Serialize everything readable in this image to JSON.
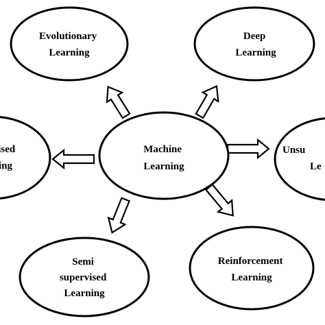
{
  "diagram": {
    "center": {
      "lines": [
        "Machine",
        "Learning"
      ]
    },
    "nodes": [
      {
        "id": "evolutionary",
        "lines": [
          "Evolutionary",
          "Learning"
        ]
      },
      {
        "id": "deep",
        "lines": [
          "Deep",
          "Learning"
        ]
      },
      {
        "id": "supervised",
        "lines": [
          "ised",
          "ing"
        ]
      },
      {
        "id": "unsupervised",
        "lines": [
          "Unsu",
          "Le"
        ]
      },
      {
        "id": "semi-supervised",
        "lines": [
          "Semi",
          "supervised",
          "Learning"
        ]
      },
      {
        "id": "reinforcement",
        "lines": [
          "Reinforcement",
          "Learning"
        ]
      }
    ],
    "colors": {
      "stroke": "#000000",
      "fill": "#ffffff",
      "background": "#ffffff"
    }
  }
}
